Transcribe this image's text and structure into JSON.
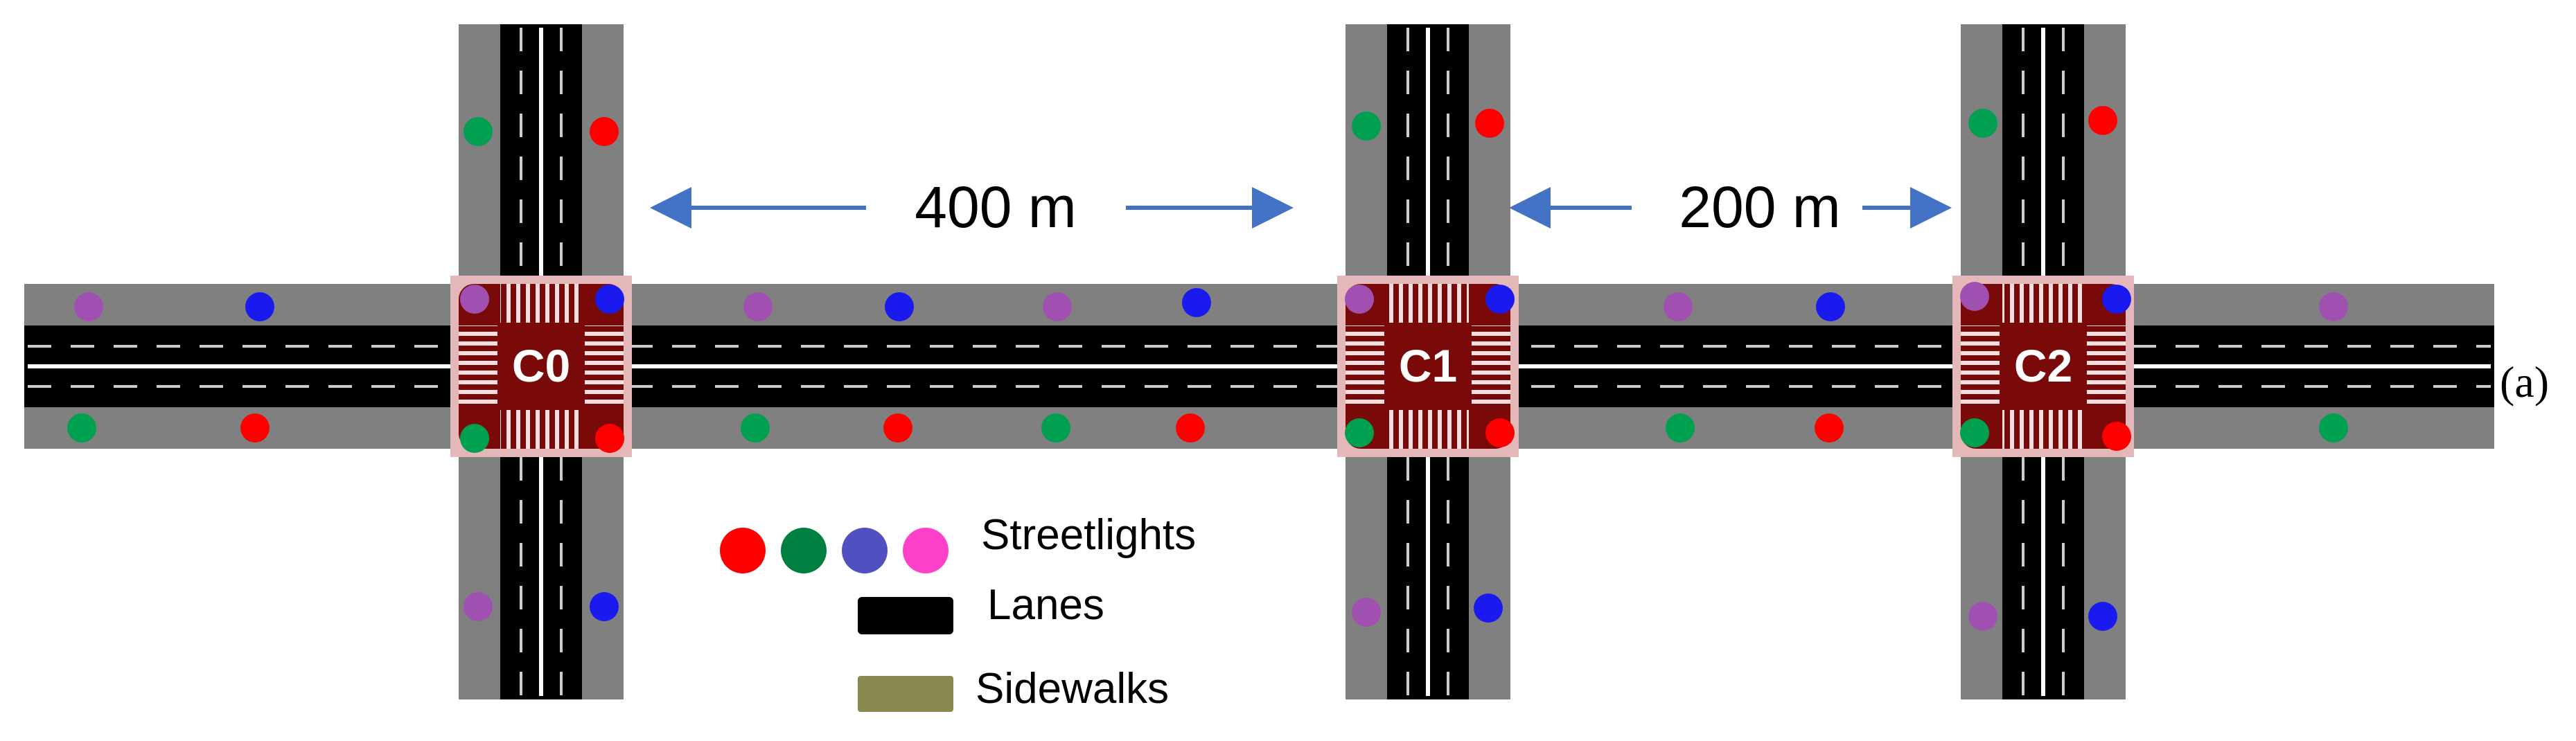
{
  "intersections": [
    {
      "label": "C0"
    },
    {
      "label": "C1"
    },
    {
      "label": "C2"
    }
  ],
  "distances": [
    {
      "label": "400 m"
    },
    {
      "label": "200 m"
    }
  ],
  "panel_label": "(a)",
  "legend": {
    "streetlights_label": "Streetlights",
    "lanes_label": "Lanes",
    "sidewalks_label": "Sidewalks"
  },
  "colors": {
    "road": "#000000",
    "sidewalk_gray": "#808080",
    "intersection": "#7a0a0a",
    "corner": "#e4b8b8",
    "arrow": "#4472c4",
    "light_red": "#ff0000",
    "light_green": "#00a050",
    "light_blue": "#1a1aee",
    "light_purple": "#a050b0",
    "legend_red": "#ff0000",
    "legend_green": "#008040",
    "legend_blue": "#5050c0",
    "legend_pink": "#ff40c8",
    "legend_sidewalk": "#8a8a50"
  }
}
